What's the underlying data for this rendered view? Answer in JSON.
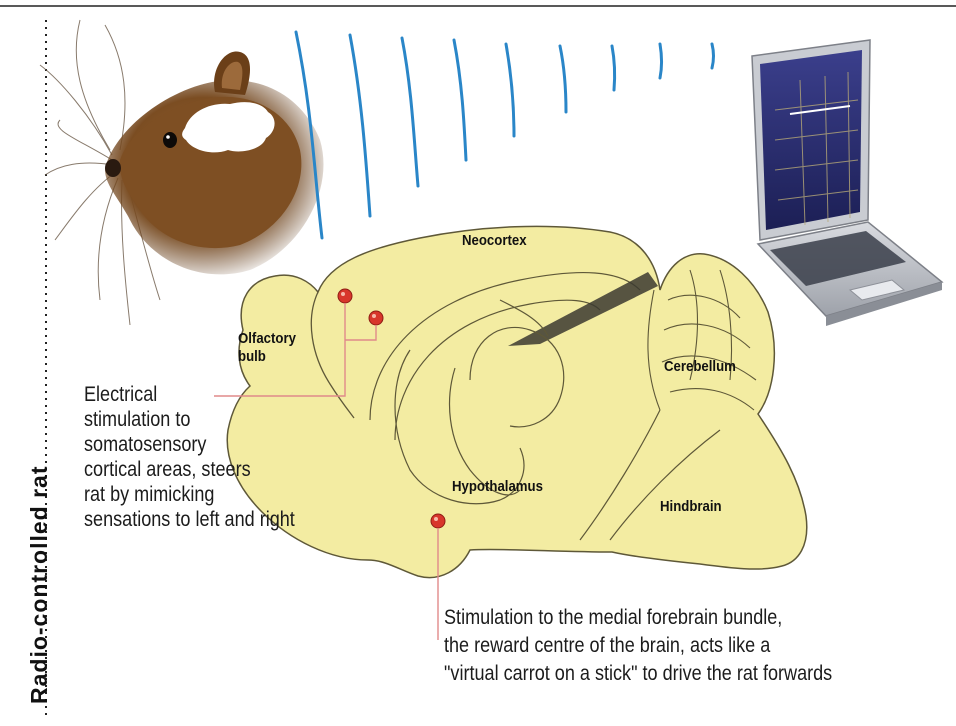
{
  "side_title": "Radio-controlled rat",
  "regions": {
    "neocortex": "Neocortex",
    "olfactory_bulb": [
      "Olfactory",
      "bulb"
    ],
    "cerebellum": "Cerebellum",
    "hypothalamus": "Hypothalamus",
    "hindbrain": "Hindbrain"
  },
  "callouts": {
    "somatosensory": [
      "Electrical",
      "stimulation to",
      "somatosensory",
      "cortical areas, steers",
      "rat by mimicking",
      "sensations to left and right"
    ],
    "forebrain": [
      "Stimulation to the medial forebrain bundle,",
      "the reward centre of the brain, acts like a",
      "\"virtual carrot on a stick\" to drive the rat forwards"
    ]
  },
  "colors": {
    "brain_fill": "#f3eca2",
    "brain_outline": "#7a744a",
    "signal_wave": "#2a86c8",
    "electrode": "#d8362b",
    "leader_line": "#e08a8a",
    "rat_fur": "#8a5a2b"
  },
  "icons": {
    "rat_head": "rat-head-icon",
    "laptop": "laptop-icon",
    "electrode": "electrode-dot-icon"
  }
}
